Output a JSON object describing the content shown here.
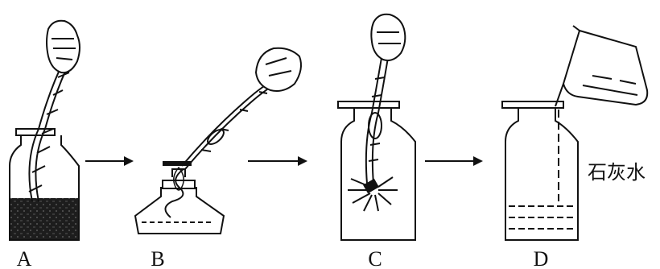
{
  "panels": [
    {
      "label": "A"
    },
    {
      "label": "B"
    },
    {
      "label": "C"
    },
    {
      "label": "D",
      "callout": "石灰水"
    }
  ],
  "colors": {
    "ink": "#111111",
    "paper": "#ffffff"
  }
}
